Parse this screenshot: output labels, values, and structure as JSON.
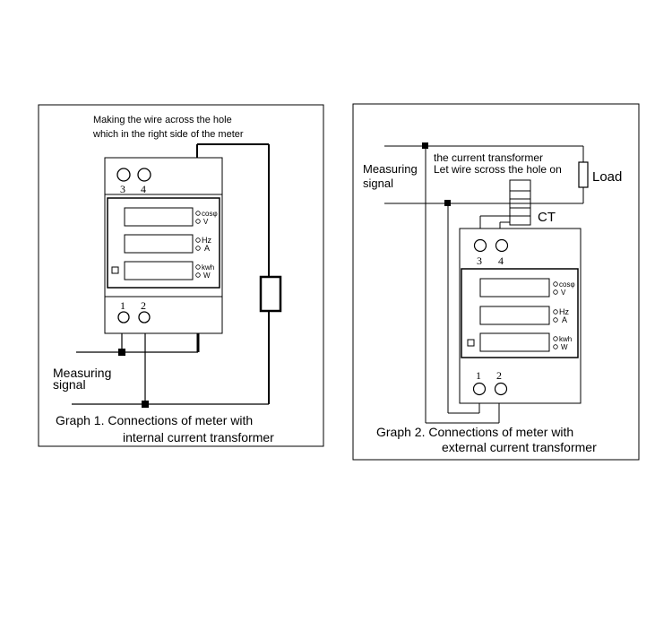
{
  "graph1": {
    "caption_line1": "Graph 1. Connections of meter with",
    "caption_line2": "internal current transformer",
    "note_line1": "Making the wire across the hole",
    "note_line2": "which in the right side of the meter",
    "measuring_line1": "Measuring",
    "measuring_line2": "signal"
  },
  "graph2": {
    "caption_line1": "Graph 2. Connections of meter with",
    "caption_line2": "external current transformer",
    "ct_line1": "the current transformer",
    "ct_line2": "Let wire scross the hole on",
    "measuring_line1": "Measuring",
    "measuring_line2": "signal",
    "load_label": "Load",
    "ct_label": "CT"
  },
  "meter": {
    "terminal_3": "3",
    "terminal_4": "4",
    "terminal_1": "1",
    "terminal_2": "2",
    "row1_indicator1": "cosφ",
    "row1_indicator2": "V",
    "row2_indicator1": "Hz",
    "row2_indicator2": "A",
    "row3_indicator1": "kwh",
    "row3_indicator2": "W"
  }
}
